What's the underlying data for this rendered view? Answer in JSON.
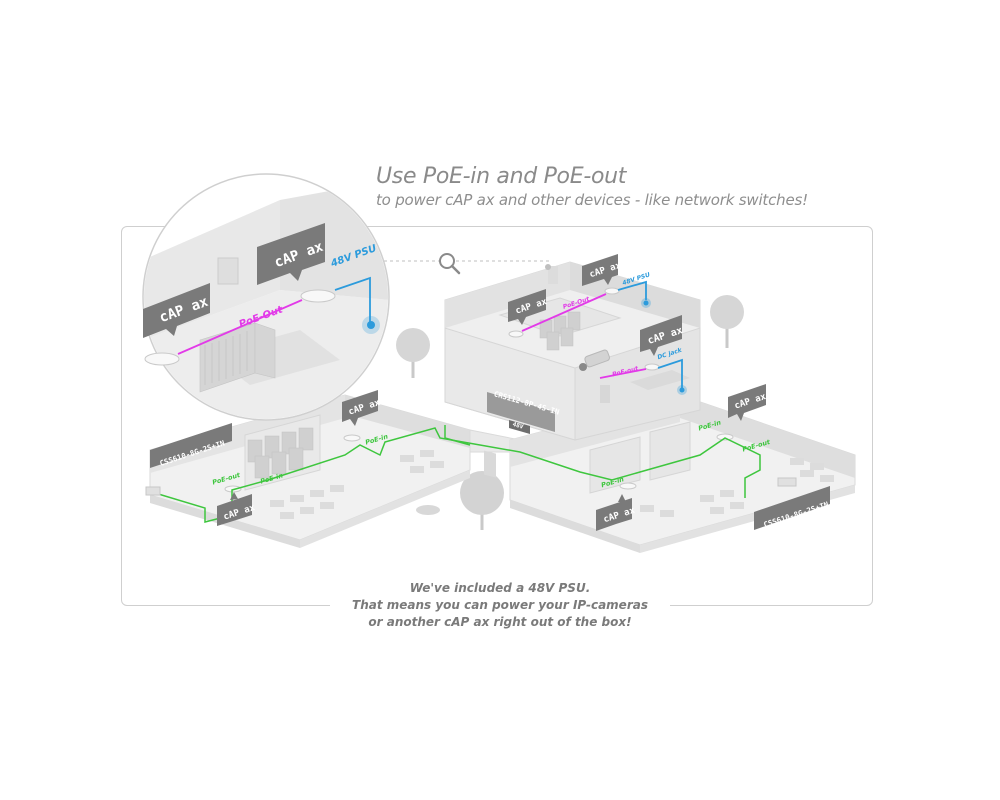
{
  "header": {
    "title": "Use PoE-in and PoE-out",
    "subtitle": "to power cAP ax and other devices - like network switches!"
  },
  "device_labels": {
    "cap": "cAP ax",
    "switch_left": "CSS610-8G-2S+IN",
    "switch_right": "CSS610-8G-2S+IN",
    "switch_center": "CRS112-8P-4S-IN"
  },
  "connection_labels": {
    "poe_out": "PoE-Out",
    "poe_out_small": "PoE-out",
    "poe_in": "PoE-in",
    "psu": "48V PSU",
    "psu_short": "48V",
    "dc_jack": "DC jack"
  },
  "footer": {
    "line1": "We've included a 48V PSU.",
    "line2": "That means you can power your IP-cameras",
    "line3": "or another cAP ax right out of the box!"
  },
  "colors": {
    "poe_out": "#e23ae8",
    "poe_in": "#3ec63e",
    "psu": "#2c9bdc",
    "device_label_bg": "#7a7a7a",
    "building": "#e6e6e6"
  },
  "icons": [
    "magnifier-icon"
  ]
}
